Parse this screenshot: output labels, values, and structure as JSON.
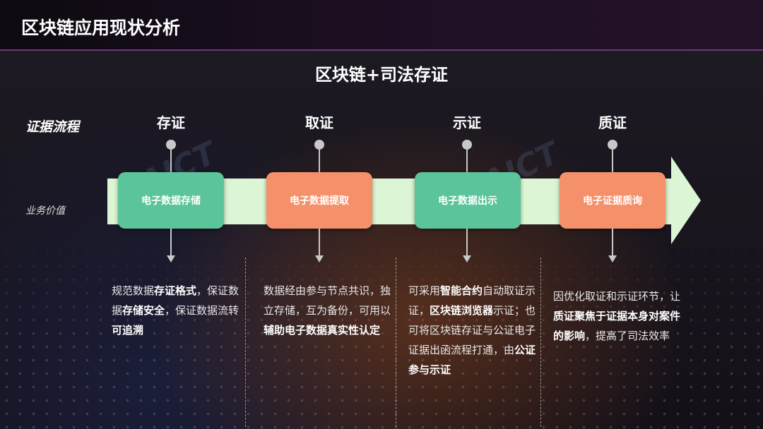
{
  "header": {
    "title": "区块链应用现状分析"
  },
  "subtitle": "区块链+司法存证",
  "row_labels": {
    "process": "证据流程",
    "value": "业务价值"
  },
  "watermark": "CAICT",
  "steps": [
    {
      "label": "存证",
      "box": "电子数据存储",
      "color": "#5cc49b",
      "desc": [
        {
          "t": "规范数据"
        },
        {
          "t": "存证格式",
          "b": true
        },
        {
          "t": "，保证数据"
        },
        {
          "t": "存储安全",
          "b": true
        },
        {
          "t": "，保证数据流转"
        },
        {
          "t": "可追溯",
          "b": true
        }
      ]
    },
    {
      "label": "取证",
      "box": "电子数据提取",
      "color": "#f5916a",
      "desc": [
        {
          "t": "数据经由参与节点共识，独立存储，互为备份，可用以"
        },
        {
          "t": "辅助电子数据真实性认定",
          "b": true
        }
      ]
    },
    {
      "label": "示证",
      "box": "电子数据出示",
      "color": "#5cc49b",
      "desc": [
        {
          "t": "可采用"
        },
        {
          "t": "智能合约",
          "b": true
        },
        {
          "t": "自动取证示证，"
        },
        {
          "t": "区块链浏览器",
          "b": true
        },
        {
          "t": "示证；也可将区块链存证与公证电子证据出函流程打通，由"
        },
        {
          "t": "公证参与示证",
          "b": true
        }
      ]
    },
    {
      "label": "质证",
      "box": "电子证据质询",
      "color": "#f5916a",
      "desc": [
        {
          "t": "因优化取证和示证环节，让"
        },
        {
          "t": "质证聚焦于证据本身对案件的影响",
          "b": true
        },
        {
          "t": "，提高了司法效率"
        }
      ]
    }
  ]
}
